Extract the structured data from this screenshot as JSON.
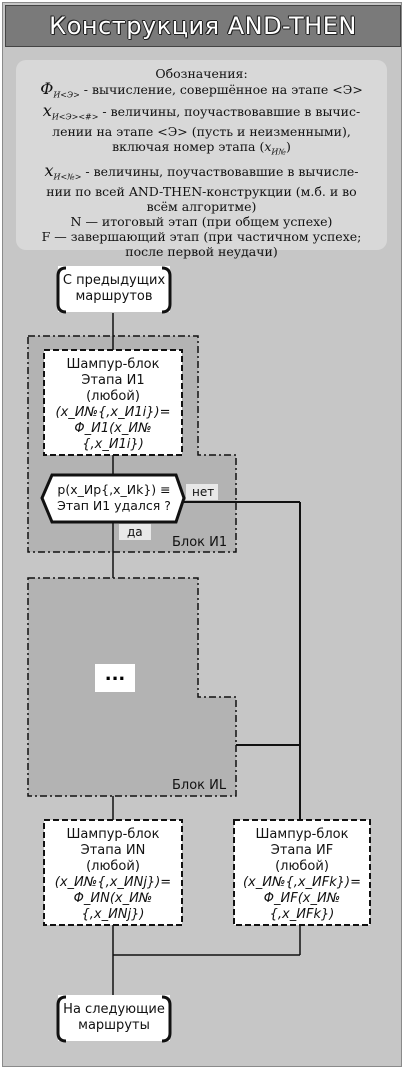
{
  "title": "Конструкция AND-THEN",
  "legend": {
    "heading": "Обозначения:",
    "item1_sym": "Φ",
    "item1_sub": "И<Э>",
    "item1_text": " - вычисление, совершённое на этапе <Э>",
    "item2_sym": "x",
    "item2_sub": "И<Э><#>",
    "item2_text": " - величины, поучаствовавшие в вычис-",
    "item2_line2": "лении на этапе <Э> (пусть и неизменными),",
    "item2_line3a": "включая номер этапа (",
    "item2_line3sym": "x",
    "item2_line3sub": "И№",
    "item2_line3b": ")",
    "item3_sym": "x",
    "item3_sub": "И<№>",
    "item3_text": " - величины, поучаствовавшие в вычисле-",
    "item3_line2": "нии по всей AND-THEN-конструкции (м.б. и во",
    "item3_line3": "всём алгоритме)",
    "item4": "N — итоговый этап (при общем успехе)",
    "item5": "F — завершающий этап (при частичном успехе;",
    "item5_line2": "после первой неудачи)"
  },
  "start": {
    "line1": "С предыдущих",
    "line2": "маршрутов"
  },
  "end": {
    "line1": "На следующие",
    "line2": "маршруты"
  },
  "block_i1": {
    "label": "Блок И1",
    "proc_line1": "Шампур-блок",
    "proc_line2": "Этапа И1",
    "proc_line3": "(любой)",
    "proc_formula1": "(x_И№{,x_И1i})=",
    "proc_formula2": "Φ_И1(x_И№{,x_И1i})",
    "cond_line1": "p(x_Ир{,x_Иk}) ≡",
    "cond_line2": "Этап И1 удался ?",
    "no_label": "нет",
    "yes_label": "да"
  },
  "block_il": {
    "label": "Блок ИL",
    "ellipsis": "..."
  },
  "proc_n": {
    "line1": "Шампур-блок",
    "line2": "Этапа ИN",
    "line3": "(любой)",
    "formula1": "(x_И№{,x_ИNj})=",
    "formula2": "Φ_ИN(x_И№{,x_ИNj})"
  },
  "proc_f": {
    "line1": "Шампур-блок",
    "line2": "Этапа ИF",
    "line3": "(любой)",
    "formula1": "(x_И№{,x_ИFk})=",
    "formula2": "Φ_ИF(x_И№{,x_ИFk})"
  },
  "colors": {
    "background": "#c6c6c6",
    "title_bg": "#7a7a7a",
    "legend_bg": "#d8d8d8",
    "node_fill": "#ffffff"
  }
}
